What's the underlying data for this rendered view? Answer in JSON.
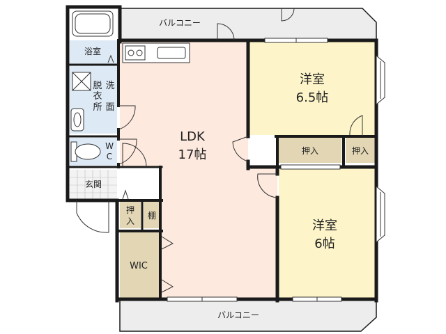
{
  "labels": {
    "balcony_top": "バルコニー",
    "balcony_bottom": "バルコニー",
    "bath": "浴室",
    "wash_1": "洗",
    "wash_2": "面",
    "wash_3": "脱",
    "wash_4": "衣",
    "wash_5": "所",
    "wc_1": "W",
    "wc_2": "C",
    "entrance": "玄関",
    "closet_entry_1": "押",
    "closet_entry_2": "入",
    "shelf": "棚",
    "wic": "WIC",
    "ldk_name": "LDK",
    "ldk_size": "17帖",
    "room1_name": "洋室",
    "room1_size": "6.5帖",
    "room1_closet_a": "押入",
    "room1_closet_b": "押入",
    "room2_name": "洋室",
    "room2_size": "6帖"
  },
  "colors": {
    "wall": "#1a1a1a",
    "room_floor": "#fde9de",
    "wood_floor": "#fdf5c9",
    "wet_floor": "#dde9f5",
    "closet_floor": "#e2d6b4",
    "balcony_floor": "#ededed",
    "line": "#333333"
  }
}
